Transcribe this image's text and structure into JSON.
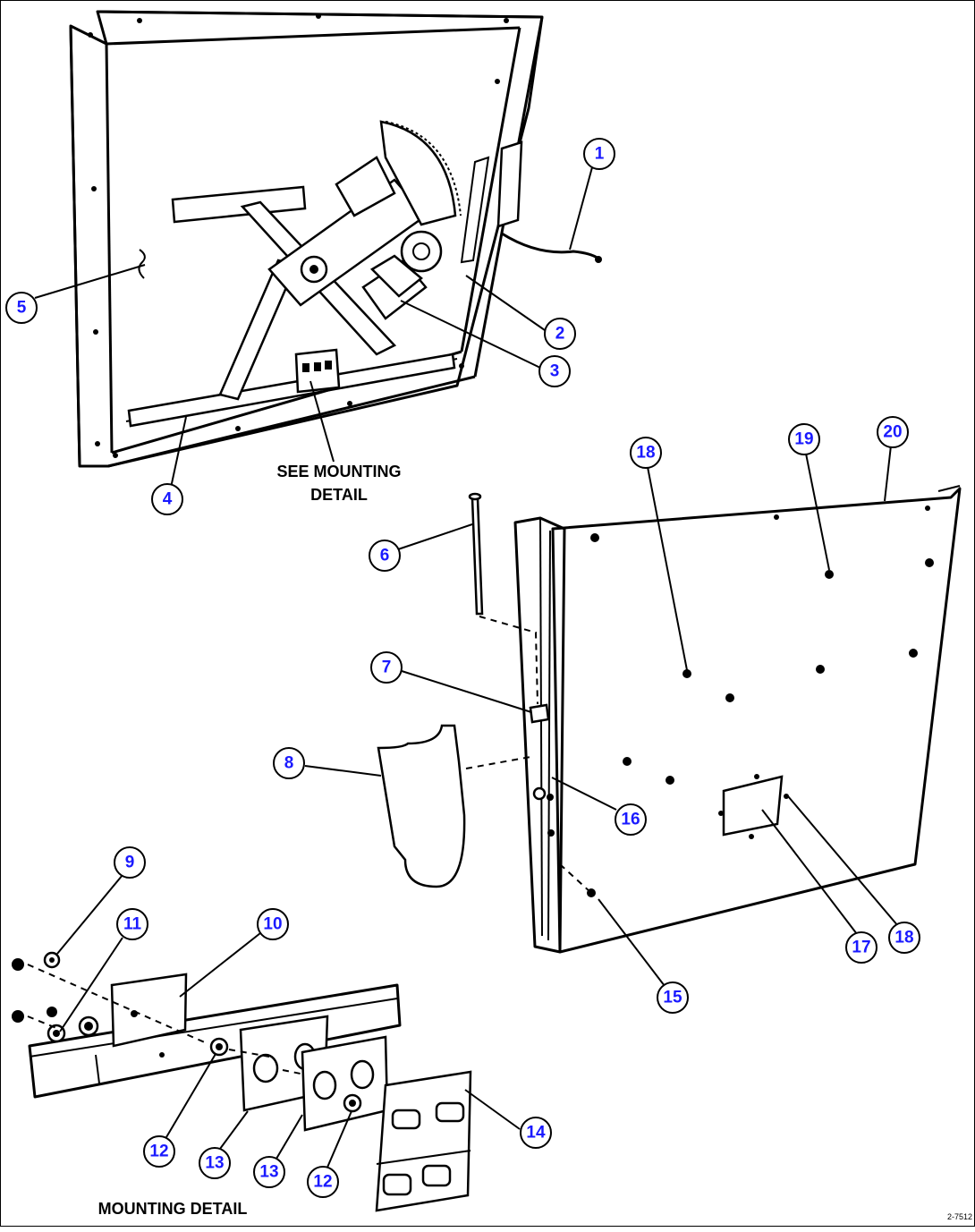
{
  "callouts": [
    {
      "id": "c1",
      "label": "1"
    },
    {
      "id": "c2",
      "label": "2"
    },
    {
      "id": "c3",
      "label": "3"
    },
    {
      "id": "c4",
      "label": "4"
    },
    {
      "id": "c5",
      "label": "5"
    },
    {
      "id": "c6",
      "label": "6"
    },
    {
      "id": "c7",
      "label": "7"
    },
    {
      "id": "c8",
      "label": "8"
    },
    {
      "id": "c9",
      "label": "9"
    },
    {
      "id": "c10",
      "label": "10"
    },
    {
      "id": "c11",
      "label": "11"
    },
    {
      "id": "c12a",
      "label": "12"
    },
    {
      "id": "c12b",
      "label": "12"
    },
    {
      "id": "c13a",
      "label": "13"
    },
    {
      "id": "c13b",
      "label": "13"
    },
    {
      "id": "c14",
      "label": "14"
    },
    {
      "id": "c15",
      "label": "15"
    },
    {
      "id": "c16",
      "label": "16"
    },
    {
      "id": "c17",
      "label": "17"
    },
    {
      "id": "c18a",
      "label": "18"
    },
    {
      "id": "c18b",
      "label": "18"
    },
    {
      "id": "c19",
      "label": "19"
    },
    {
      "id": "c20",
      "label": "20"
    }
  ],
  "labels": {
    "see_mounting_line1": "SEE MOUNTING",
    "see_mounting_line2": "DETAIL",
    "mounting_detail": "MOUNTING DETAIL",
    "drawing_number": "2-7512"
  },
  "colors": {
    "callout_text": "#1a1aff",
    "line": "#000000",
    "background": "#ffffff"
  }
}
